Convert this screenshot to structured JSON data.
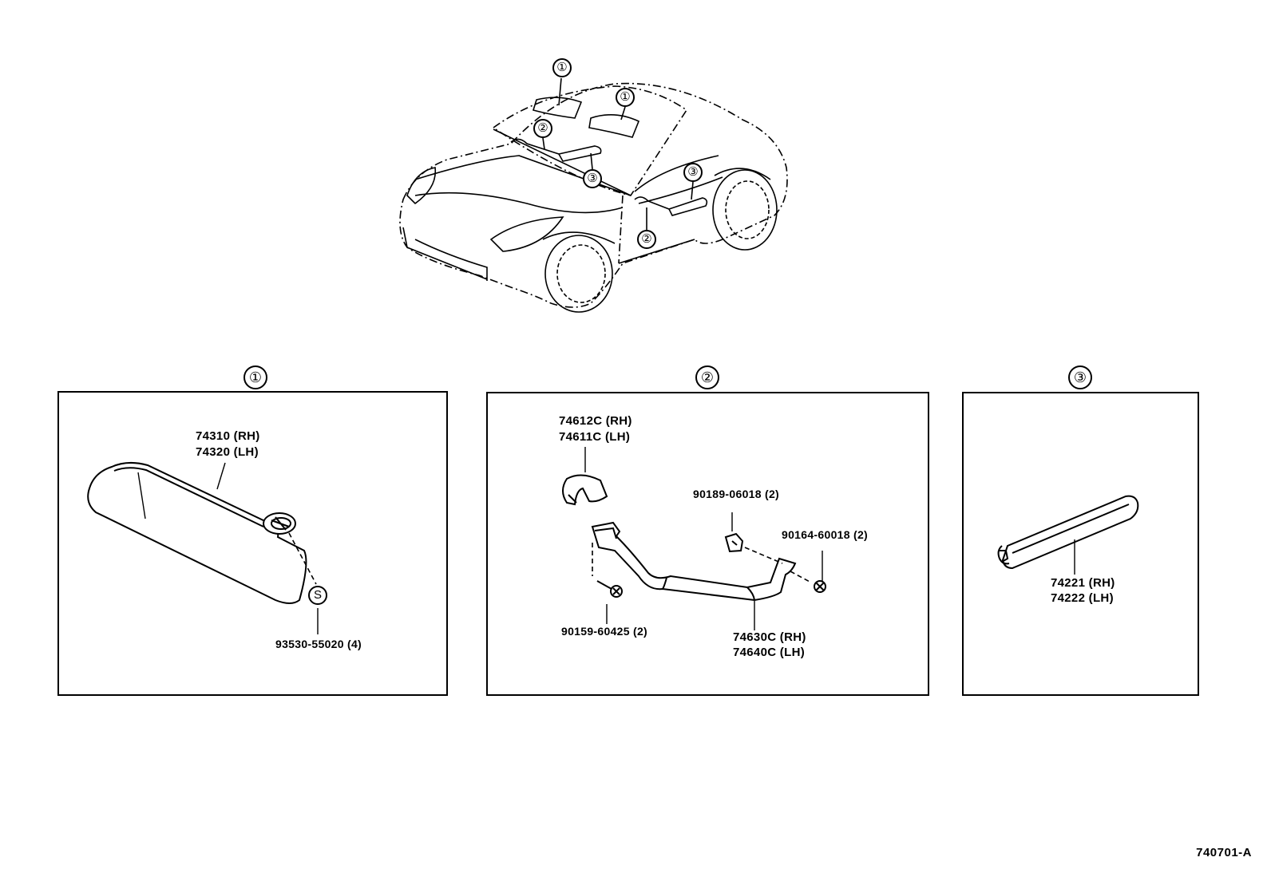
{
  "callouts": {
    "one": "①",
    "two": "②",
    "three": "③"
  },
  "car_overview": {
    "markers": [
      "1",
      "1",
      "2",
      "3",
      "3",
      "2"
    ]
  },
  "panel_1": {
    "marker": "1",
    "visor_part_rh": "74310 (RH)",
    "visor_part_lh": "74320 (LH)",
    "fastener_symbol": "S",
    "screw_part": "93530-55020 (4)"
  },
  "panel_2": {
    "marker": "2",
    "cover_part_rh": "74612C (RH)",
    "cover_part_lh": "74611C (LH)",
    "clip_part": "90189-06018 (2)",
    "screw_right_part": "90164-60018 (2)",
    "screw_left_part": "90159-60425 (2)",
    "grip_part_rh": "74630C (RH)",
    "grip_part_lh": "74640C (LH)"
  },
  "panel_3": {
    "marker": "3",
    "trim_part_rh": "74221 (RH)",
    "trim_part_lh": "74222 (LH)"
  },
  "diagram_code": "740701-A"
}
